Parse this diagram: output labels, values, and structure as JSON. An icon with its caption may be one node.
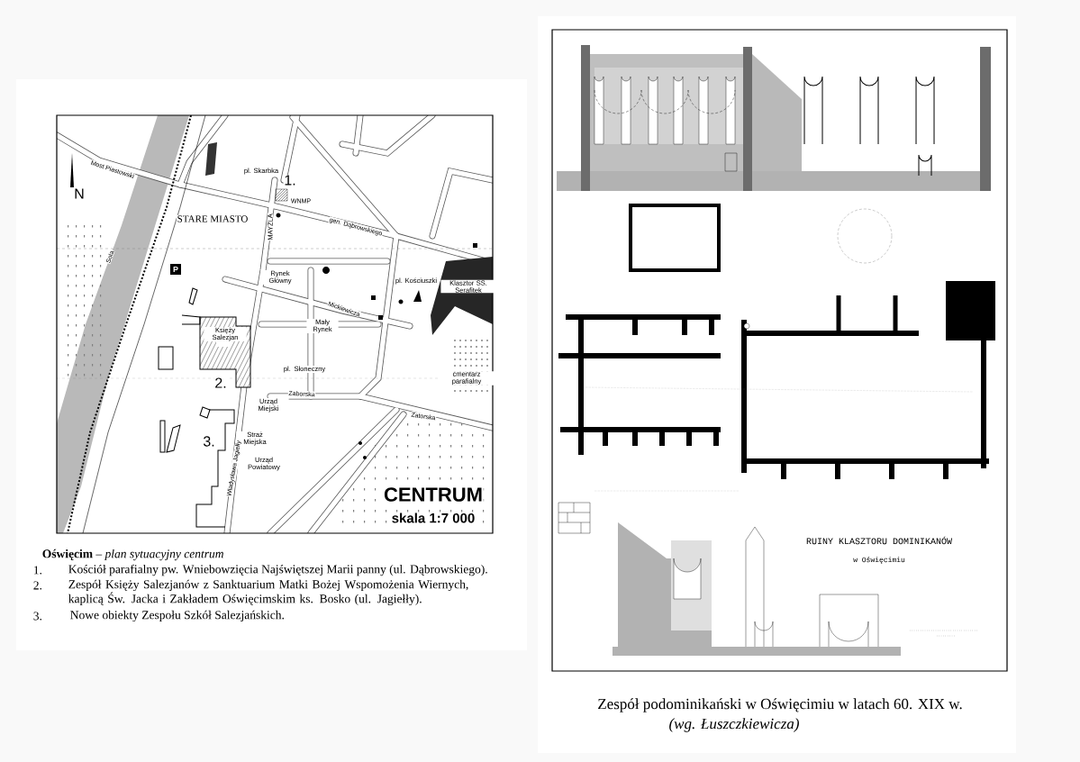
{
  "diagram": {
    "labels": [
      "N",
      "Most Piastowski",
      "pl. Skarbka",
      "1.",
      "WNMP",
      "STARE MIASTO",
      "MAYZLA",
      "gen. Dąbrowskiego",
      "Sola",
      "Rynek Główny",
      "pl. Kościuszki",
      "Klasztor SS. Serafitek",
      "Mickiewicza",
      "Mały Rynek",
      "Księży Salezjan",
      "2.",
      "pl. Słoneczny",
      "Zaborska",
      "cmentarz parafialny",
      "Urząd Miejski",
      "Zatorska",
      "3.",
      "Straż Miejska",
      "Urząd Powiatowy",
      "Władysława Jagiełły",
      "CENTRUM",
      "skala 1:7 000",
      "**Oświęcim** – *plan sytuacyjny centrum*",
      "1.",
      "Kościół parafialny pw. Wniebowzięcia Najświętszej Marii panny (ul. Dąbrowskiego).",
      "2.",
      "Zespół Księży Salezjanów z Sanktuarium Matki Bożej Wspomożenia Wiernych, kaplicą Św. Jacka i Zakładem Oświęcimskim ks. Bosko (ul. Jagiełły).",
      "3.",
      "Nowe obiekty Zespołu Szkół Salezjańskich.",
      "RUINY KLASZTORU DOMINIKANÓW",
      "w Oświęcimiu",
      "Zespół podominikański w Oświęcimiu w latach 60. XIX w.",
      "(wg. Łuszczkiewicza)",
      "P"
    ]
  }
}
